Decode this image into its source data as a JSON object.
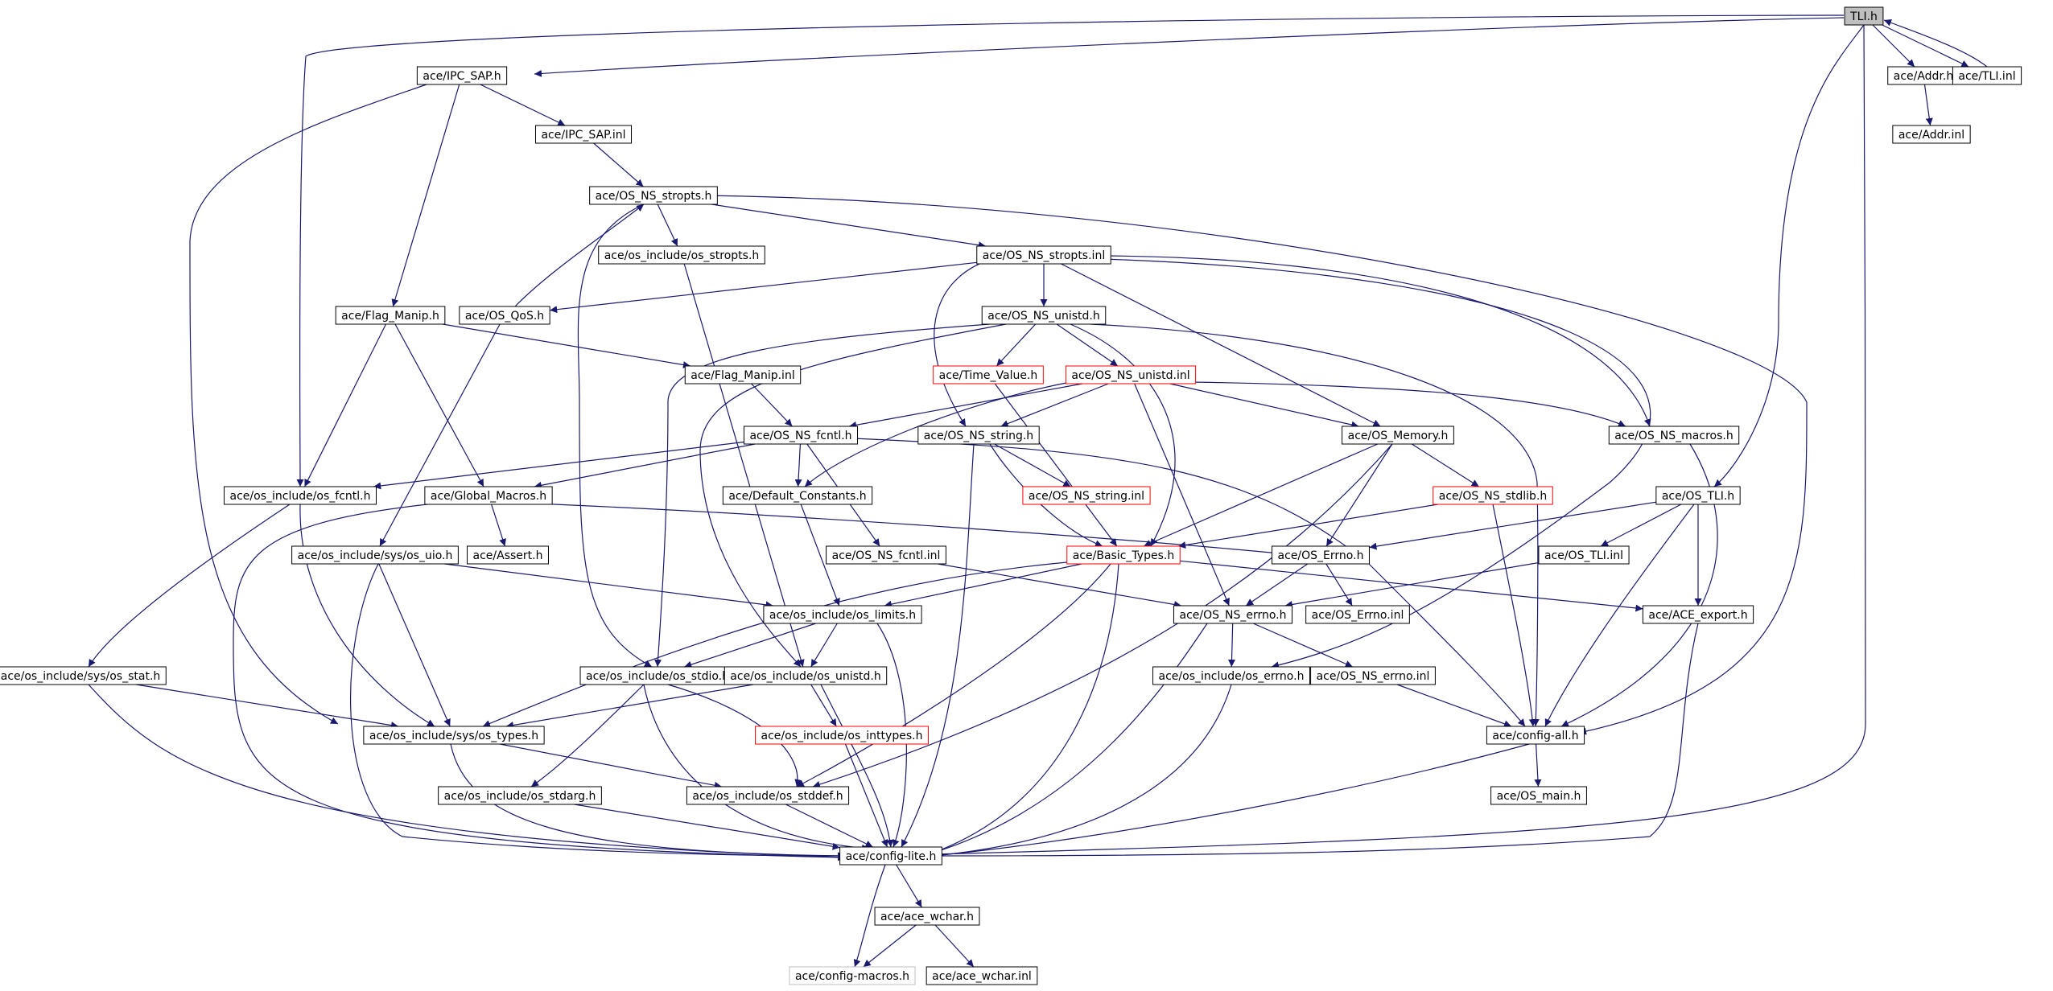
{
  "graph": {
    "colors": {
      "edge": "#191970",
      "box_default": "#000000",
      "box_truncated": "#ff0000",
      "box_faded": "#bfbfbf",
      "root_fill": "#bfbfbf"
    },
    "nodes": [
      {
        "id": "tli_h",
        "label": "TLI.h",
        "style": "root"
      },
      {
        "id": "ipc_sap_h",
        "label": "ace/IPC_SAP.h",
        "style": "default"
      },
      {
        "id": "addr_h",
        "label": "ace/Addr.h",
        "style": "default"
      },
      {
        "id": "tli_inl",
        "label": "ace/TLI.inl",
        "style": "default"
      },
      {
        "id": "addr_inl",
        "label": "ace/Addr.inl",
        "style": "default"
      },
      {
        "id": "ipc_sap_inl",
        "label": "ace/IPC_SAP.inl",
        "style": "default"
      },
      {
        "id": "os_ns_stropts_h",
        "label": "ace/OS_NS_stropts.h",
        "style": "default"
      },
      {
        "id": "os_include_os_stropts_h",
        "label": "ace/os_include/os_stropts.h",
        "style": "default"
      },
      {
        "id": "os_ns_stropts_inl",
        "label": "ace/OS_NS_stropts.inl",
        "style": "default"
      },
      {
        "id": "flag_manip_h",
        "label": "ace/Flag_Manip.h",
        "style": "default"
      },
      {
        "id": "os_qos_h",
        "label": "ace/OS_QoS.h",
        "style": "default"
      },
      {
        "id": "os_ns_unistd_h",
        "label": "ace/OS_NS_unistd.h",
        "style": "default"
      },
      {
        "id": "flag_manip_inl",
        "label": "ace/Flag_Manip.inl",
        "style": "default"
      },
      {
        "id": "time_value_h",
        "label": "ace/Time_Value.h",
        "style": "truncated"
      },
      {
        "id": "os_ns_unistd_inl",
        "label": "ace/OS_NS_unistd.inl",
        "style": "truncated"
      },
      {
        "id": "os_ns_fcntl_h",
        "label": "ace/OS_NS_fcntl.h",
        "style": "default"
      },
      {
        "id": "os_ns_string_h",
        "label": "ace/OS_NS_string.h",
        "style": "default"
      },
      {
        "id": "os_memory_h",
        "label": "ace/OS_Memory.h",
        "style": "default"
      },
      {
        "id": "os_ns_macros_h",
        "label": "ace/OS_NS_macros.h",
        "style": "default"
      },
      {
        "id": "os_include_os_fcntl_h",
        "label": "ace/os_include/os_fcntl.h",
        "style": "default"
      },
      {
        "id": "global_macros_h",
        "label": "ace/Global_Macros.h",
        "style": "default"
      },
      {
        "id": "default_constants_h",
        "label": "ace/Default_Constants.h",
        "style": "default"
      },
      {
        "id": "os_ns_string_inl",
        "label": "ace/OS_NS_string.inl",
        "style": "truncated"
      },
      {
        "id": "os_ns_stdlib_h",
        "label": "ace/OS_NS_stdlib.h",
        "style": "truncated"
      },
      {
        "id": "os_tli_h",
        "label": "ace/OS_TLI.h",
        "style": "default"
      },
      {
        "id": "os_include_sys_os_uio_h",
        "label": "ace/os_include/sys/os_uio.h",
        "style": "default"
      },
      {
        "id": "assert_h",
        "label": "ace/Assert.h",
        "style": "default"
      },
      {
        "id": "os_ns_fcntl_inl",
        "label": "ace/OS_NS_fcntl.inl",
        "style": "default"
      },
      {
        "id": "basic_types_h",
        "label": "ace/Basic_Types.h",
        "style": "truncated"
      },
      {
        "id": "os_errno_h",
        "label": "ace/OS_Errno.h",
        "style": "default"
      },
      {
        "id": "os_tli_inl",
        "label": "ace/OS_TLI.inl",
        "style": "default"
      },
      {
        "id": "os_include_os_limits_h",
        "label": "ace/os_include/os_limits.h",
        "style": "default"
      },
      {
        "id": "os_ns_errno_h",
        "label": "ace/OS_NS_errno.h",
        "style": "default"
      },
      {
        "id": "os_errno_inl",
        "label": "ace/OS_Errno.inl",
        "style": "default"
      },
      {
        "id": "ace_export_h",
        "label": "ace/ACE_export.h",
        "style": "default"
      },
      {
        "id": "os_include_sys_os_stat_h",
        "label": "ace/os_include/sys/os_stat.h",
        "style": "default"
      },
      {
        "id": "os_include_os_stdio_h",
        "label": "ace/os_include/os_stdio.h",
        "style": "default"
      },
      {
        "id": "os_include_os_unistd_h",
        "label": "ace/os_include/os_unistd.h",
        "style": "default"
      },
      {
        "id": "os_include_os_errno_h",
        "label": "ace/os_include/os_errno.h",
        "style": "default"
      },
      {
        "id": "os_ns_errno_inl",
        "label": "ace/OS_NS_errno.inl",
        "style": "default"
      },
      {
        "id": "os_include_sys_os_types_h",
        "label": "ace/os_include/sys/os_types.h",
        "style": "default"
      },
      {
        "id": "os_include_os_inttypes_h",
        "label": "ace/os_include/os_inttypes.h",
        "style": "truncated"
      },
      {
        "id": "config_all_h",
        "label": "ace/config-all.h",
        "style": "default"
      },
      {
        "id": "os_include_os_stdarg_h",
        "label": "ace/os_include/os_stdarg.h",
        "style": "default"
      },
      {
        "id": "os_include_os_stddef_h",
        "label": "ace/os_include/os_stddef.h",
        "style": "default"
      },
      {
        "id": "os_main_h",
        "label": "ace/OS_main.h",
        "style": "default"
      },
      {
        "id": "config_lite_h",
        "label": "ace/config-lite.h",
        "style": "default"
      },
      {
        "id": "ace_wchar_h",
        "label": "ace/ace_wchar.h",
        "style": "default"
      },
      {
        "id": "config_macros_h",
        "label": "ace/config-macros.h",
        "style": "faded"
      },
      {
        "id": "ace_wchar_inl",
        "label": "ace/ace_wchar.inl",
        "style": "default"
      }
    ],
    "edges": [
      [
        "tli_h",
        "ipc_sap_h"
      ],
      [
        "tli_h",
        "addr_h"
      ],
      [
        "tli_h",
        "tli_inl"
      ],
      [
        "tli_inl",
        "tli_h"
      ],
      [
        "tli_h",
        "os_include_os_fcntl_h"
      ],
      [
        "tli_h",
        "os_tli_h"
      ],
      [
        "tli_h",
        "config_lite_h"
      ],
      [
        "addr_h",
        "addr_inl"
      ],
      [
        "ipc_sap_h",
        "ipc_sap_inl"
      ],
      [
        "ipc_sap_h",
        "flag_manip_h"
      ],
      [
        "ipc_sap_h",
        "os_include_sys_os_types_h"
      ],
      [
        "ipc_sap_inl",
        "os_ns_stropts_h"
      ],
      [
        "os_ns_stropts_h",
        "os_include_os_stropts_h"
      ],
      [
        "os_ns_stropts_h",
        "os_ns_stropts_inl"
      ],
      [
        "os_ns_stropts_h",
        "os_include_os_stdio_h"
      ],
      [
        "os_ns_stropts_h",
        "config_all_h"
      ],
      [
        "os_qos_h",
        "os_ns_stropts_h"
      ],
      [
        "os_qos_h",
        "os_include_sys_os_uio_h"
      ],
      [
        "os_include_os_stropts_h",
        "os_include_os_unistd_h"
      ],
      [
        "os_ns_stropts_inl",
        "os_qos_h"
      ],
      [
        "os_ns_stropts_inl",
        "os_ns_unistd_h"
      ],
      [
        "os_ns_stropts_inl",
        "os_ns_string_h"
      ],
      [
        "os_ns_stropts_inl",
        "os_memory_h"
      ],
      [
        "os_ns_stropts_inl",
        "os_ns_macros_h"
      ],
      [
        "os_ns_stropts_inl",
        "os_include_os_errno_h"
      ],
      [
        "flag_manip_h",
        "flag_manip_inl"
      ],
      [
        "flag_manip_h",
        "os_include_os_fcntl_h"
      ],
      [
        "flag_manip_h",
        "global_macros_h"
      ],
      [
        "flag_manip_inl",
        "os_ns_fcntl_h"
      ],
      [
        "os_ns_unistd_h",
        "time_value_h"
      ],
      [
        "os_ns_unistd_h",
        "os_ns_unistd_inl"
      ],
      [
        "os_ns_unistd_h",
        "basic_types_h"
      ],
      [
        "os_ns_unistd_h",
        "os_include_os_stdio_h"
      ],
      [
        "os_ns_unistd_h",
        "os_include_os_unistd_h"
      ],
      [
        "os_ns_unistd_h",
        "config_all_h"
      ],
      [
        "time_value_h",
        "basic_types_h"
      ],
      [
        "os_ns_unistd_inl",
        "os_ns_fcntl_h"
      ],
      [
        "os_ns_unistd_inl",
        "os_ns_string_h"
      ],
      [
        "os_ns_unistd_inl",
        "os_memory_h"
      ],
      [
        "os_ns_unistd_inl",
        "os_ns_macros_h"
      ],
      [
        "os_ns_unistd_inl",
        "default_constants_h"
      ],
      [
        "os_ns_unistd_inl",
        "os_ns_errno_h"
      ],
      [
        "os_ns_fcntl_h",
        "os_include_os_fcntl_h"
      ],
      [
        "os_ns_fcntl_h",
        "global_macros_h"
      ],
      [
        "os_ns_fcntl_h",
        "default_constants_h"
      ],
      [
        "os_ns_fcntl_h",
        "os_ns_fcntl_inl"
      ],
      [
        "os_ns_fcntl_h",
        "config_all_h"
      ],
      [
        "os_ns_string_h",
        "os_ns_string_inl"
      ],
      [
        "os_ns_string_h",
        "basic_types_h"
      ],
      [
        "os_ns_string_h",
        "config_lite_h"
      ],
      [
        "os_memory_h",
        "os_ns_stdlib_h"
      ],
      [
        "os_memory_h",
        "basic_types_h"
      ],
      [
        "os_memory_h",
        "os_errno_h"
      ],
      [
        "os_memory_h",
        "os_include_os_stddef_h"
      ],
      [
        "os_ns_macros_h",
        "config_all_h"
      ],
      [
        "os_include_os_fcntl_h",
        "os_include_sys_os_stat_h"
      ],
      [
        "os_include_os_fcntl_h",
        "os_include_sys_os_types_h"
      ],
      [
        "global_macros_h",
        "assert_h"
      ],
      [
        "global_macros_h",
        "os_errno_h"
      ],
      [
        "global_macros_h",
        "config_lite_h"
      ],
      [
        "default_constants_h",
        "os_include_os_limits_h"
      ],
      [
        "os_ns_stdlib_h",
        "basic_types_h"
      ],
      [
        "os_ns_stdlib_h",
        "config_all_h"
      ],
      [
        "os_tli_h",
        "os_errno_h"
      ],
      [
        "os_tli_h",
        "os_tli_inl"
      ],
      [
        "os_tli_h",
        "ace_export_h"
      ],
      [
        "os_tli_h",
        "config_all_h"
      ],
      [
        "os_include_sys_os_uio_h",
        "os_include_os_limits_h"
      ],
      [
        "os_include_sys_os_uio_h",
        "os_include_sys_os_types_h"
      ],
      [
        "os_include_sys_os_uio_h",
        "config_lite_h"
      ],
      [
        "os_ns_fcntl_inl",
        "os_ns_errno_h"
      ],
      [
        "basic_types_h",
        "os_include_os_limits_h"
      ],
      [
        "basic_types_h",
        "ace_export_h"
      ],
      [
        "basic_types_h",
        "os_include_sys_os_types_h"
      ],
      [
        "basic_types_h",
        "os_include_os_stddef_h"
      ],
      [
        "basic_types_h",
        "config_lite_h"
      ],
      [
        "os_errno_h",
        "os_ns_errno_h"
      ],
      [
        "os_errno_h",
        "os_errno_inl"
      ],
      [
        "os_tli_inl",
        "os_ns_errno_h"
      ],
      [
        "os_include_os_limits_h",
        "os_include_os_stdio_h"
      ],
      [
        "os_include_os_limits_h",
        "os_include_os_unistd_h"
      ],
      [
        "os_include_os_limits_h",
        "config_lite_h"
      ],
      [
        "os_ns_errno_h",
        "os_include_os_errno_h"
      ],
      [
        "os_ns_errno_h",
        "os_ns_errno_inl"
      ],
      [
        "os_ns_errno_h",
        "config_lite_h"
      ],
      [
        "ace_export_h",
        "config_lite_h"
      ],
      [
        "os_include_sys_os_stat_h",
        "os_include_sys_os_types_h"
      ],
      [
        "os_include_sys_os_stat_h",
        "config_lite_h"
      ],
      [
        "os_include_os_stdio_h",
        "os_include_os_stdarg_h"
      ],
      [
        "os_include_os_stdio_h",
        "os_include_os_stddef_h"
      ],
      [
        "os_include_os_stdio_h",
        "config_lite_h"
      ],
      [
        "os_include_os_unistd_h",
        "os_include_sys_os_types_h"
      ],
      [
        "os_include_os_unistd_h",
        "os_include_os_inttypes_h"
      ],
      [
        "os_include_os_unistd_h",
        "config_lite_h"
      ],
      [
        "os_include_os_errno_h",
        "config_lite_h"
      ],
      [
        "os_ns_errno_inl",
        "config_all_h"
      ],
      [
        "os_include_sys_os_types_h",
        "os_include_os_stddef_h"
      ],
      [
        "os_include_sys_os_types_h",
        "config_lite_h"
      ],
      [
        "os_include_os_inttypes_h",
        "config_lite_h"
      ],
      [
        "config_all_h",
        "os_main_h"
      ],
      [
        "config_all_h",
        "config_lite_h"
      ],
      [
        "os_include_os_stdarg_h",
        "config_lite_h"
      ],
      [
        "os_include_os_stddef_h",
        "config_lite_h"
      ],
      [
        "config_lite_h",
        "ace_wchar_h"
      ],
      [
        "config_lite_h",
        "config_macros_h"
      ],
      [
        "ace_wchar_h",
        "config_macros_h"
      ],
      [
        "ace_wchar_h",
        "ace_wchar_inl"
      ]
    ]
  }
}
